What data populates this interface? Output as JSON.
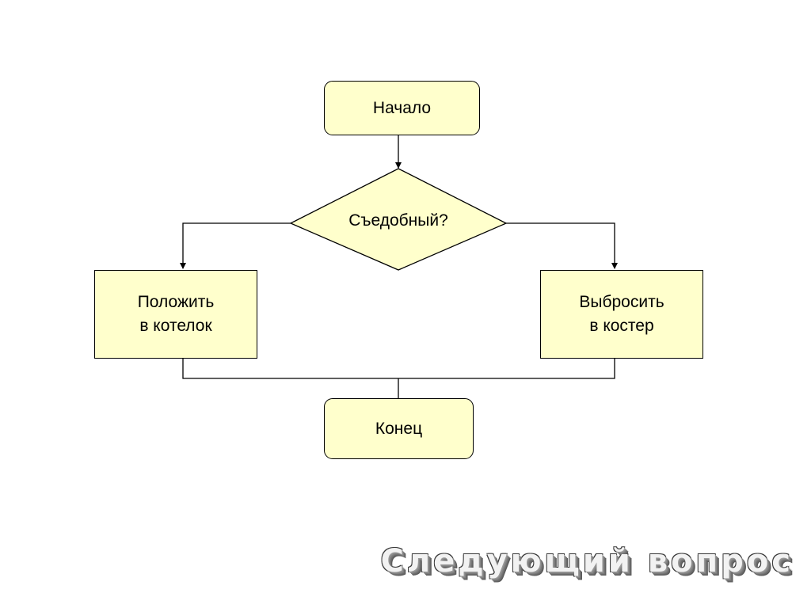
{
  "flowchart": {
    "start": "Начало",
    "decision": "Съедобный?",
    "left_action": [
      "Положить",
      "в котелок"
    ],
    "right_action": [
      "Выбросить",
      "в костер"
    ],
    "end": "Конец"
  },
  "navigation": {
    "next_label": "Следующий вопрос"
  },
  "colors": {
    "box_fill": "#ffffcc",
    "stroke": "#000000"
  }
}
